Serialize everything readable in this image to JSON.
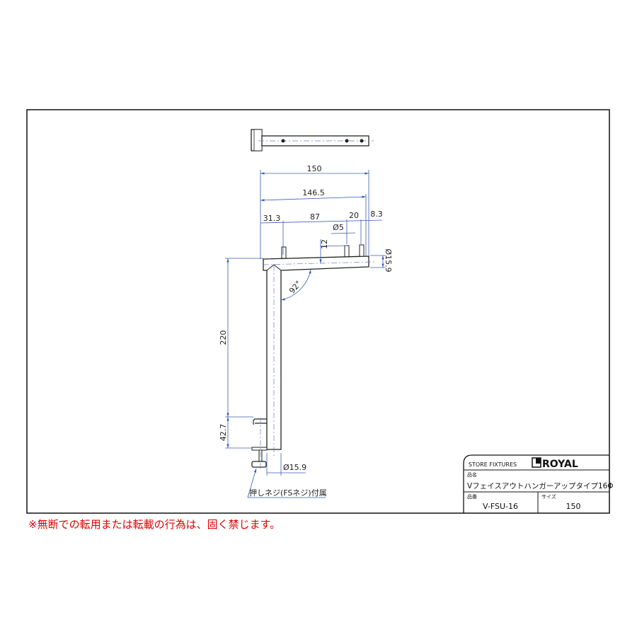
{
  "drawing": {
    "dimensions": {
      "overall_width": "150",
      "arm_length": "146.5",
      "pin1_offset": "31.3",
      "pin_spacing": "87",
      "pin2_spacing": "20",
      "end_offset": "8.3",
      "pin_diameter": "Ø5",
      "pin_height": "12",
      "tube_diameter_arm": "Ø15.9",
      "angle": "92°",
      "height": "220",
      "clamp_height": "42.7",
      "tube_diameter_post": "Ø15.9"
    },
    "note": "押しネジ(FSネジ)付属"
  },
  "title_block": {
    "brand_caption": "STORE FIXTURES",
    "logo": "ROYAL",
    "name_label": "品名",
    "name_value": "Vフェイスアウトハンガーアップタイプ16Φ",
    "code_label": "品番",
    "code_value": "V-FSU-16",
    "size_label": "サイズ",
    "size_value": "150"
  },
  "warning": "※無断での転用または転載の行為は、固く禁じます。"
}
